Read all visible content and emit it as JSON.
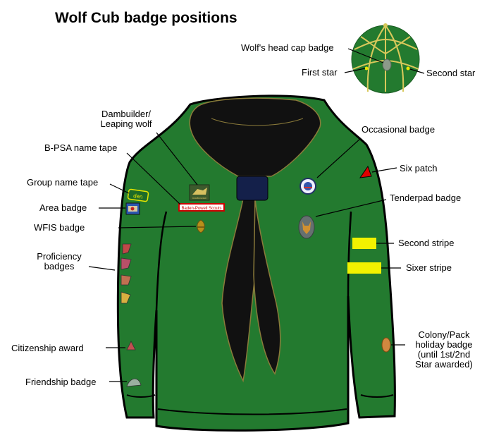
{
  "title": "Wolf Cub badge positions",
  "colors": {
    "jersey": "#237a2f",
    "jersey_outline": "#000000",
    "scarf": "#111111",
    "scarf_trim": "#8a7a3a",
    "woggle": "#14204a",
    "stripe": "#f2f200",
    "badge_green": "#2e5e2e",
    "name_tape_border": "#cc0000",
    "six_patch": "#e00000"
  },
  "labels": {
    "cap_badge": "Wolf's head cap badge",
    "first_star": "First star",
    "second_star": "Second star",
    "dambuilder": "Dambuilder/\nLeaping wolf",
    "bpsa_name_tape": "B-PSA name tape",
    "group_name_tape": "Group name tape",
    "area_badge": "Area badge",
    "wfis_badge": "WFIS badge",
    "proficiency": "Proficiency\nbadges",
    "citizenship": "Citizenship award",
    "friendship": "Friendship badge",
    "occasional": "Occasional badge",
    "six_patch": "Six patch",
    "tenderpad": "Tenderpad badge",
    "second_stripe": "Second stripe",
    "sixer_stripe": "Sixer stripe",
    "colony_pack": "Colony/Pack\nholiday badge\n(until 1st/2nd\nStar awarded)"
  },
  "badge_text": {
    "name_tape": "Baden-Powell Scouts",
    "group_tape": "den",
    "dambuilder_text": "DAMBUILDER"
  }
}
